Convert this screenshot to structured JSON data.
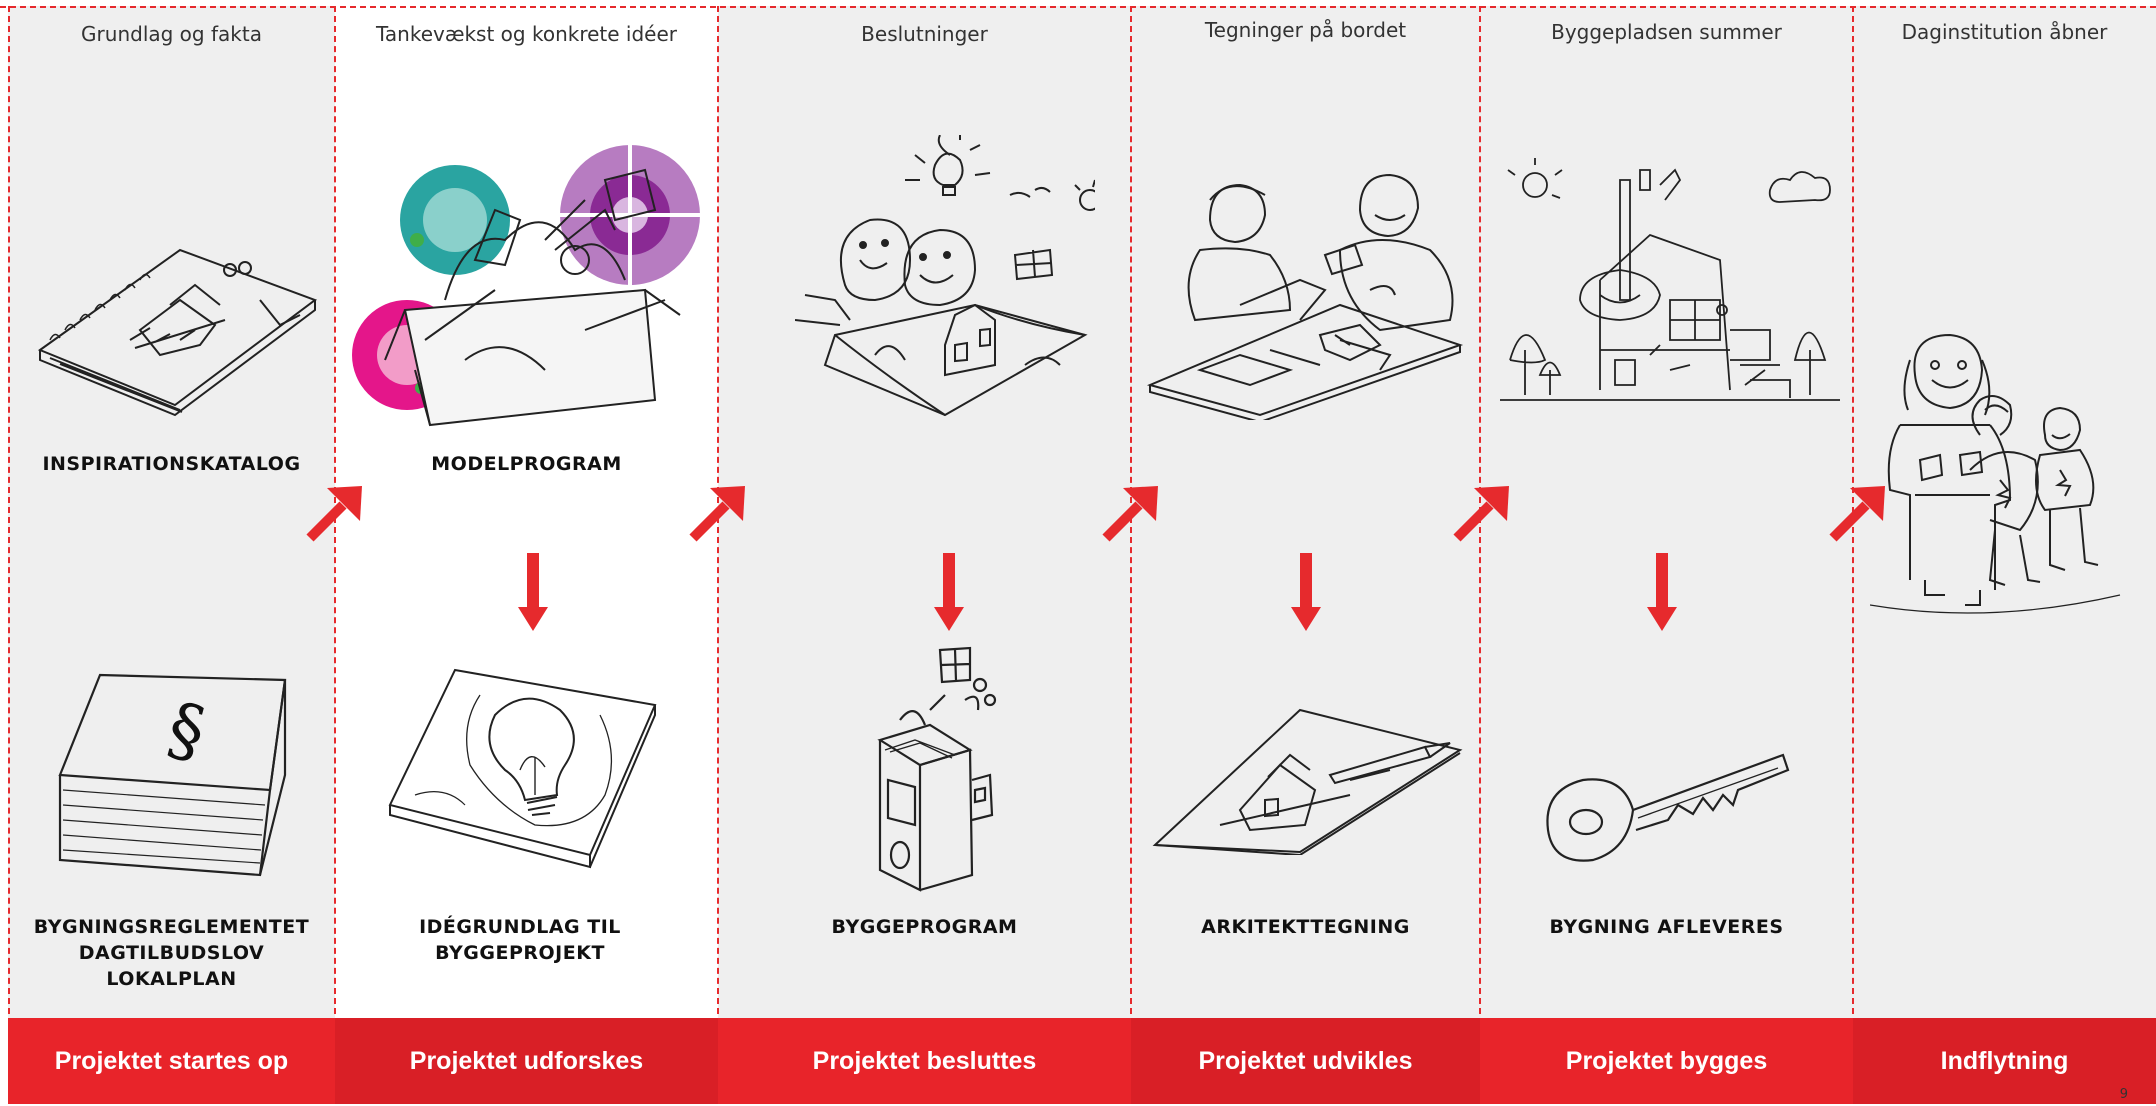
{
  "columns": [
    {
      "header": "Grundlag og fakta",
      "top_label": "INSPIRATIONSKATALOG",
      "bottom_label_lines": [
        "BYGNINGSREGLEMENTET",
        "DAGTILBUDSLOV",
        "LOKALPLAN"
      ],
      "footer": "Projektet startes op"
    },
    {
      "header": "Tankevækst og konkrete idéer",
      "top_label": "MODELPROGRAM",
      "bottom_label_lines": [
        "IDÉGRUNDLAG TIL",
        "BYGGEPROJEKT"
      ],
      "footer": "Projektet udforskes"
    },
    {
      "header": "Beslutninger",
      "bottom_label_lines": [
        "BYGGEPROGRAM"
      ],
      "footer": "Projektet besluttes"
    },
    {
      "header": "Tegninger på bordet",
      "bottom_label_lines": [
        "ARKITEKTTEGNING"
      ],
      "footer": "Projektet udvikles"
    },
    {
      "header": "Byggepladsen summer",
      "bottom_label_lines": [
        "BYGNING AFLEVERES"
      ],
      "footer": "Projektet  bygges"
    },
    {
      "header": "Daginstitution åbner",
      "footer": "Indflytning"
    }
  ],
  "page_number": "9",
  "colors": {
    "accent_red": "#e62a2d",
    "footer_red": "#e8242a",
    "panel_gray": "#efefef"
  },
  "icons": [
    "book-sketch-icon",
    "law-book-icon",
    "idea-box-icon",
    "lightbulb-pad-icon",
    "children-drawing-icon",
    "binder-icon",
    "architects-icon",
    "drawing-sheet-icon",
    "construction-house-icon",
    "key-icon",
    "children-superhero-icon",
    "diagonal-arrow-icon",
    "down-arrow-icon"
  ]
}
